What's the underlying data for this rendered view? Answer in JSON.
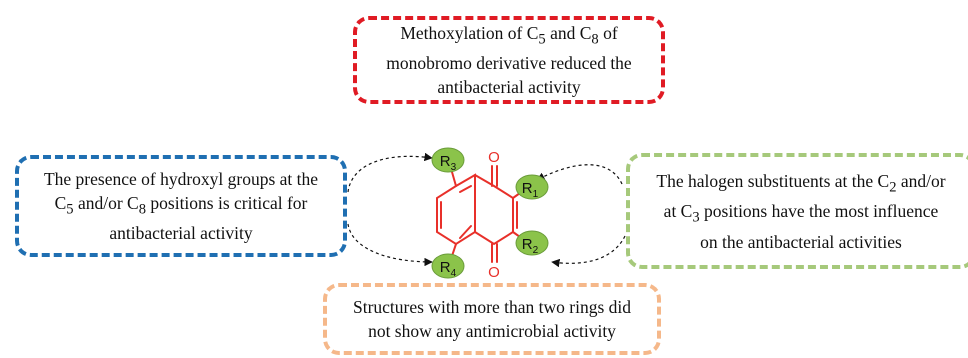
{
  "boxes": {
    "top": {
      "line1_pre": "Methoxylation of C",
      "line1_sub1": "5",
      "line1_mid": " and C",
      "line1_sub2": "8",
      "line1_post": " of",
      "line2": "monobromo derivative  reduced the",
      "line3": "antibacterial  activity",
      "color": "#e01b24"
    },
    "left": {
      "line1": "The presence of hydroxyl groups at the",
      "line2_pre": "C",
      "line2_sub1": "5",
      "line2_mid": " and/or C",
      "line2_sub2": "8",
      "line2_post": " positions is critical  for",
      "line3": "antibacterial  activity",
      "color": "#1f6fb2"
    },
    "right": {
      "line1_pre": "The halogen substituents at the C",
      "line1_sub1": "2",
      "line1_post": " and/or",
      "line2_pre": "at C",
      "line2_sub1": "3",
      "line2_post": " positions have the most influence",
      "line3": "on the antibacterial  activities",
      "color": "#a6c97b"
    },
    "bottom": {
      "line1": "Structures with more than two rings did",
      "line2": "not show any antimicrobial activity",
      "color": "#f5b88a"
    }
  },
  "molecule": {
    "bond_color": "#e8302a",
    "oxygen_label": "O",
    "substituent_fill": "#8bc34a",
    "substituents": [
      {
        "base": "R",
        "sub": "3"
      },
      {
        "base": "R",
        "sub": "1"
      },
      {
        "base": "R",
        "sub": "2"
      },
      {
        "base": "R",
        "sub": "4"
      }
    ]
  }
}
